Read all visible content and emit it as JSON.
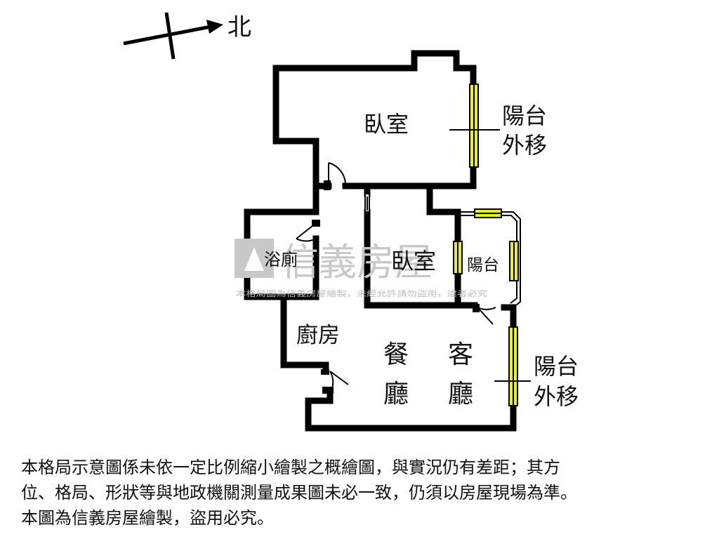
{
  "compass": {
    "label": "北"
  },
  "rooms": {
    "bedroom_main": "臥室",
    "bedroom_second": "臥室",
    "bathroom": "浴廁",
    "balcony_small": "陽台",
    "kitchen": "廚房",
    "dining": [
      "餐",
      "廳"
    ],
    "living": [
      "客",
      "廳"
    ]
  },
  "notes": {
    "balcony_top": [
      "陽台",
      "外移"
    ],
    "balcony_right": [
      "陽台",
      "外移"
    ]
  },
  "watermark": {
    "brand": "信義房屋",
    "notice": "本格局圖為信義房屋繪製，未經允許請勿盜用，違者必究"
  },
  "disclaimer": [
    "本格局示意圖係未依一定比例縮小繪製之概繪圖，與實況仍有差距；其方",
    "位、格局、形狀等與地政機關測量成果圖未必一致，仍須以房屋現場為準。",
    "本圖為信義房屋繪製，盜用必究。"
  ],
  "colors": {
    "wall": "#000000",
    "window": "#eaea3c",
    "watermark": "#c8c8c8"
  }
}
